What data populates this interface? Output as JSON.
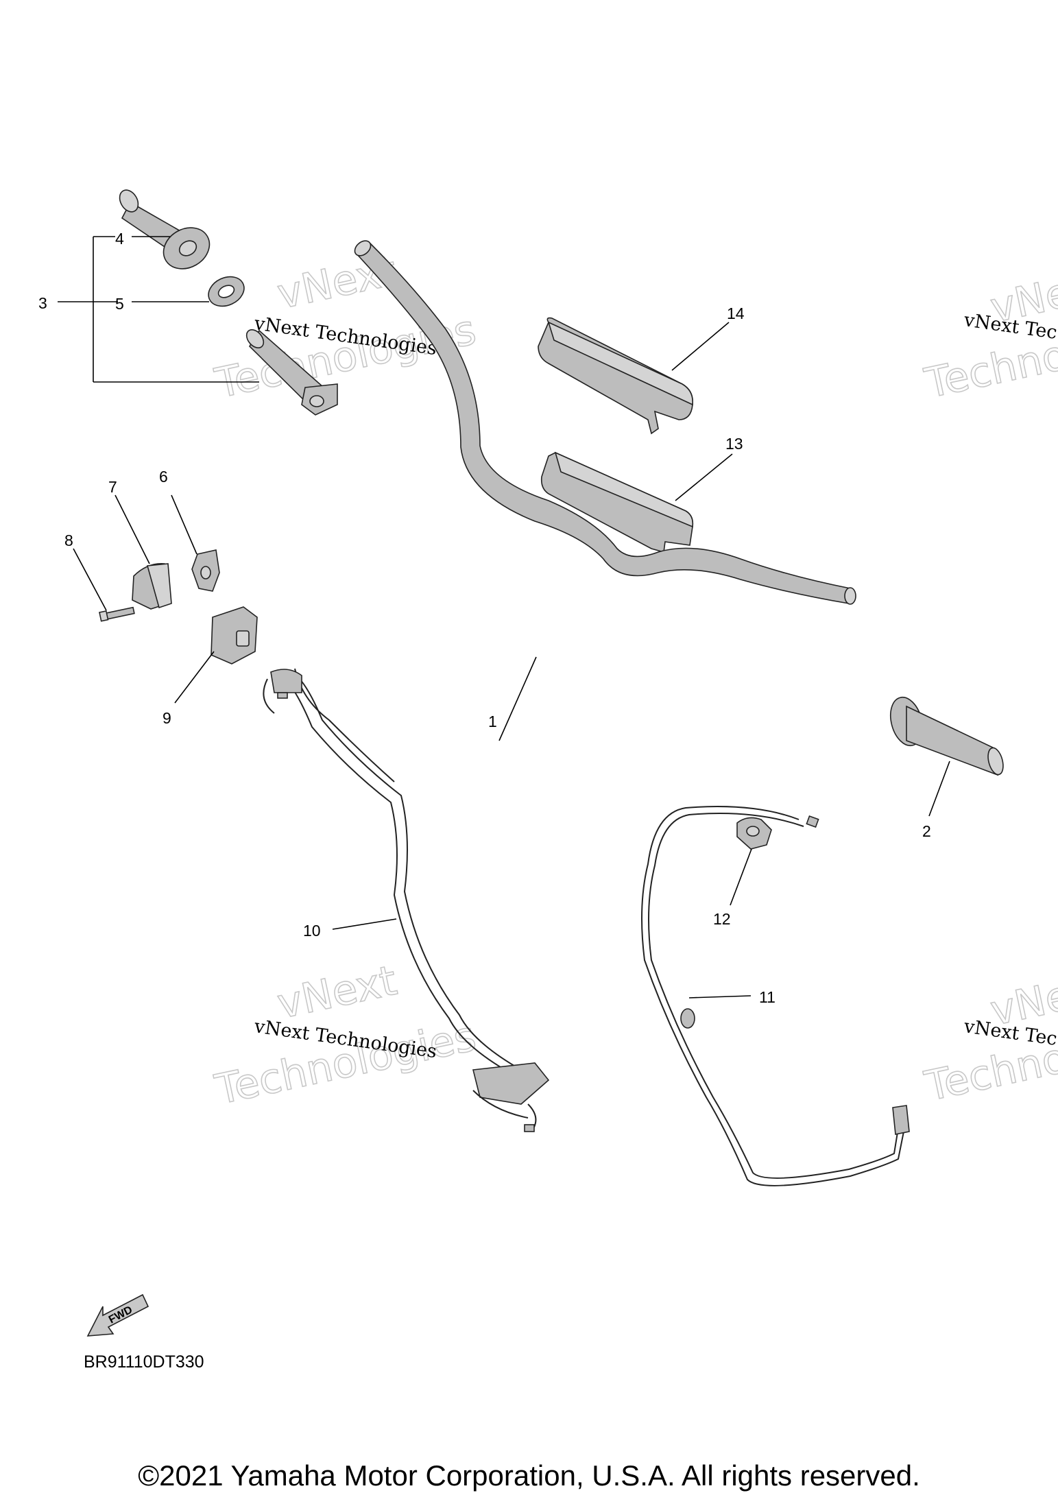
{
  "callouts": {
    "c1": "1",
    "c2": "2",
    "c3": "3",
    "c4": "4",
    "c5": "5",
    "c6": "6",
    "c7": "7",
    "c8": "8",
    "c9": "9",
    "c10": "10",
    "c11": "11",
    "c12": "12",
    "c13": "13",
    "c14": "14"
  },
  "watermark": {
    "line1": "vNext Technologies",
    "outline_top": "vNext",
    "outline_bottom": "Technologies",
    "outline_bottom_cut": "Techno",
    "outline_top_cut": "vNe",
    "line1_cut": "vNext Tec"
  },
  "fwd_label": "FWD",
  "figure_code": "BR91110DT330",
  "copyright": "©2021 Yamaha Motor Corporation, U.S.A. All rights reserved."
}
